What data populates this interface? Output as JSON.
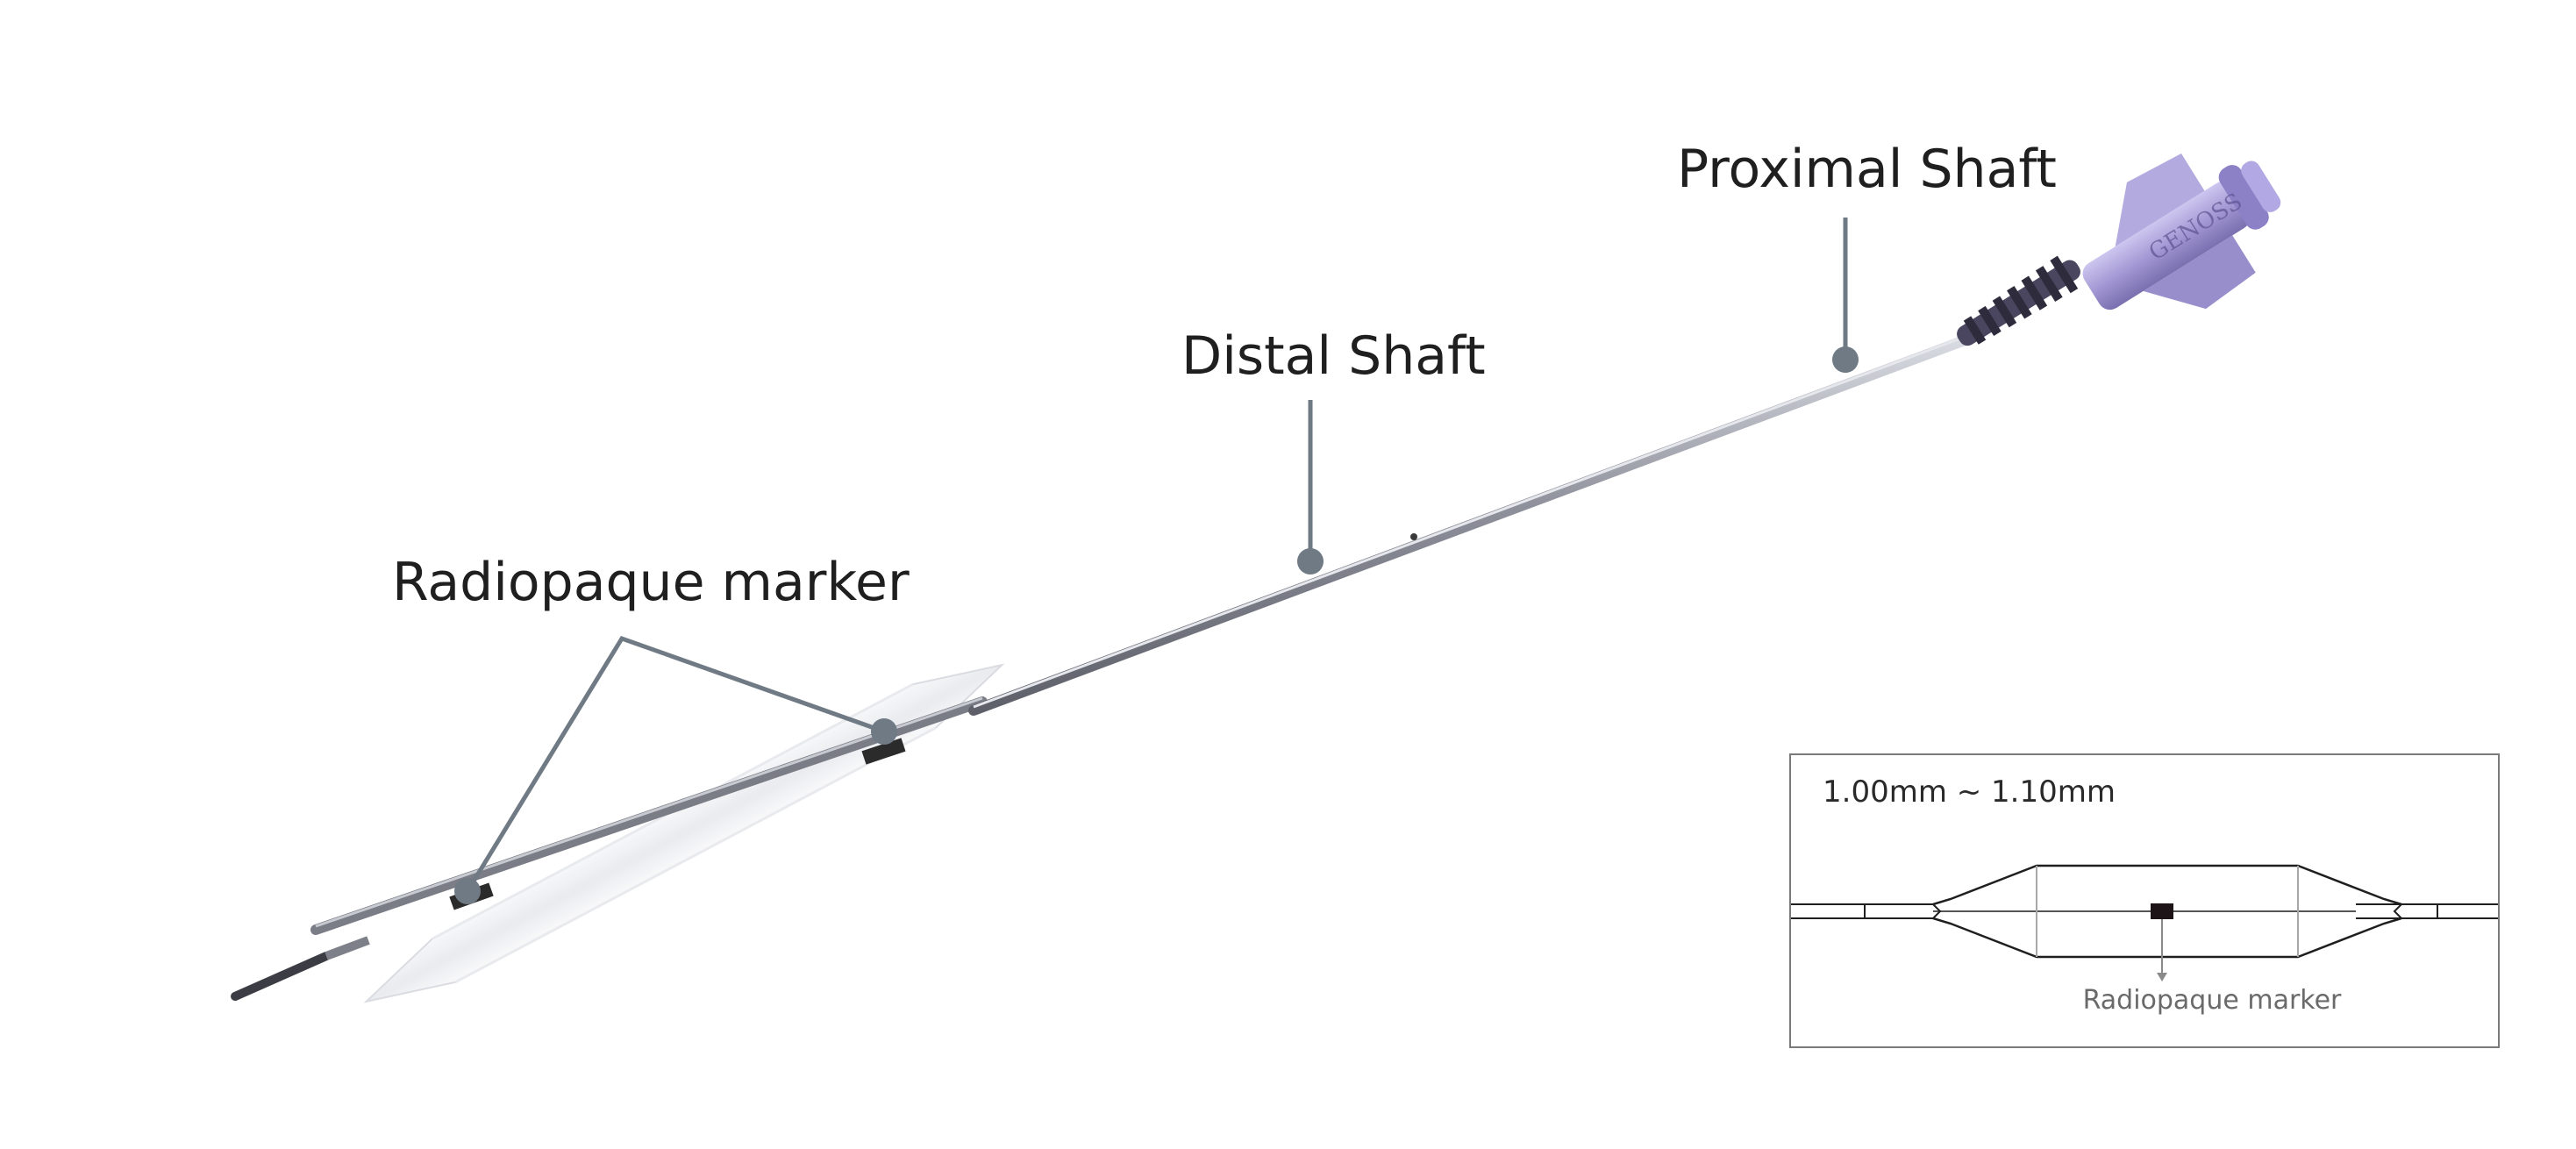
{
  "callouts": {
    "proximal_shaft": "Proximal Shaft",
    "distal_shaft": "Distal Shaft",
    "radiopaque_marker": "Radiopaque marker"
  },
  "hub_logo_text": "GENOSS",
  "inset": {
    "dimension": "1.00mm ~ 1.10mm",
    "marker_label": "Radiopaque marker"
  },
  "colors": {
    "callout_line": "#6f7a84",
    "shaft": "#9a9ca6",
    "hub": "#9b8fd0",
    "balloon": "#e6e8ec",
    "marker_band": "#2b2b2b"
  }
}
